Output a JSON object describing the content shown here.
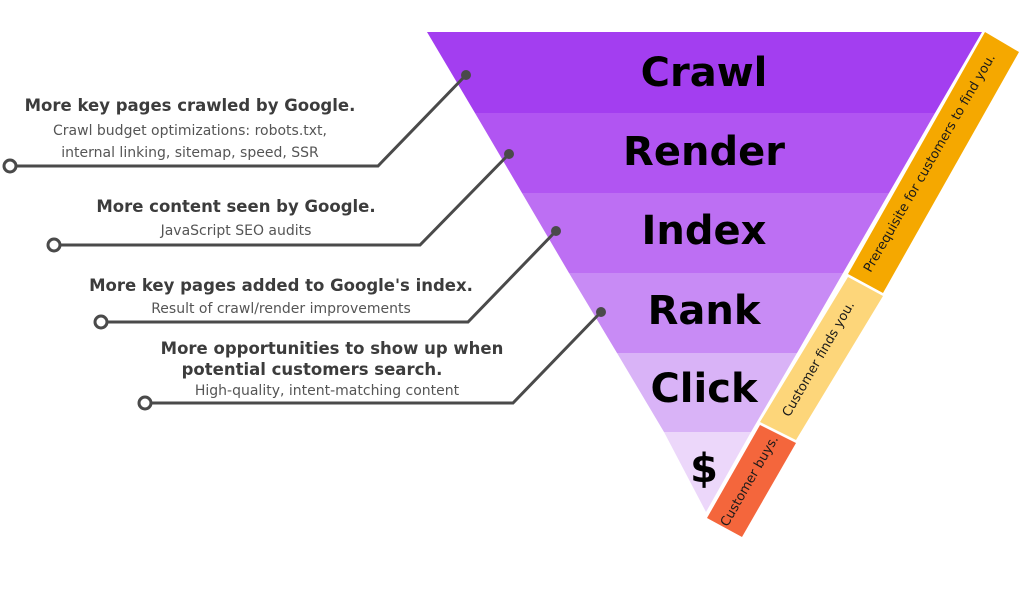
{
  "funnel": {
    "stages": [
      {
        "label": "Crawl",
        "color": "#a33ef0"
      },
      {
        "label": "Render",
        "color": "#b155f2"
      },
      {
        "label": "Index",
        "color": "#bd6ff3"
      },
      {
        "label": "Rank",
        "color": "#c88bf5"
      },
      {
        "label": "Click",
        "color": "#d9b3f7"
      },
      {
        "label": "$",
        "color": "#ecd7fa"
      }
    ]
  },
  "annotations": [
    {
      "title": "More key pages crawled by Google.",
      "subtitle": [
        "Crawl budget optimizations: robots.txt,",
        "internal linking, sitemap, speed, SSR"
      ]
    },
    {
      "title": "More content seen by Google.",
      "subtitle": [
        "JavaScript SEO audits"
      ]
    },
    {
      "title": "More key pages added to Google's index.",
      "subtitle": [
        "Result of crawl/render improvements"
      ]
    },
    {
      "title": "More opportunities to show up when",
      "title2": "potential customers search.",
      "subtitle": [
        "High-quality, intent-matching content"
      ]
    }
  ],
  "side_bands": [
    {
      "label": "Prerequisite for customers to find you.",
      "color": "#f5a800"
    },
    {
      "label": "Customer finds you.",
      "color": "#fdd67a"
    },
    {
      "label": "Customer buys.",
      "color": "#f4663c"
    }
  ],
  "colors": {
    "connector": "#4a4a4a",
    "title_text": "#3c3c3c",
    "subtitle_text": "#555555",
    "stage_text": "#000000",
    "band_text": "#1a1a1a"
  }
}
